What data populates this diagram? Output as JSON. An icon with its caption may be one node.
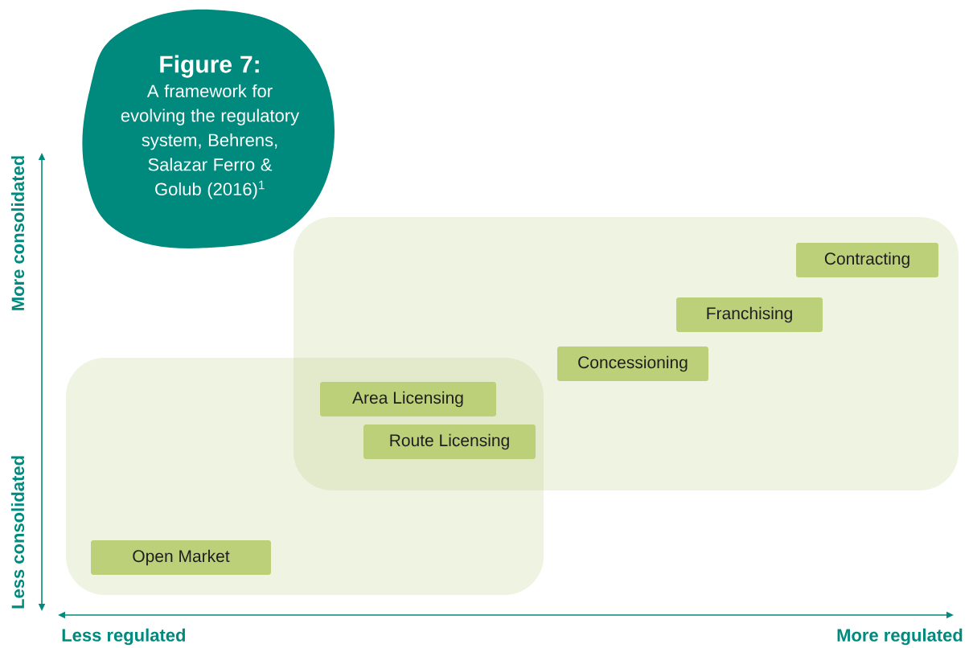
{
  "diagram": {
    "nodes": [
      {
        "text": [
          "Figure 7:",
          "A framework for evolving the regulatory system, Behrens, Salazar Ferro & Golub (2016)$^{1}$"
        ]
      },
      {
        "text": [],
        "shape": "box"
      },
      {
        "text": [],
        "shape": "box"
      },
      {
        "text": [
          "Contracting"
        ],
        "in": 2
      },
      {
        "text": [
          "Franchising"
        ],
        "in": 2
      },
      {
        "text": [
          "Concessioning"
        ],
        "in": 2
      },
      {
        "text": [
          "Area Licensing"
        ]
      },
      {
        "text": [
          "Route Licensing"
        ]
      },
      {
        "text": [
          "Open Market"
        ],
        "in": 1
      }
    ],
    "labels": [
      "More consolidated",
      "Less consolidated",
      "Less regulated",
      "More regulated"
    ]
  }
}
